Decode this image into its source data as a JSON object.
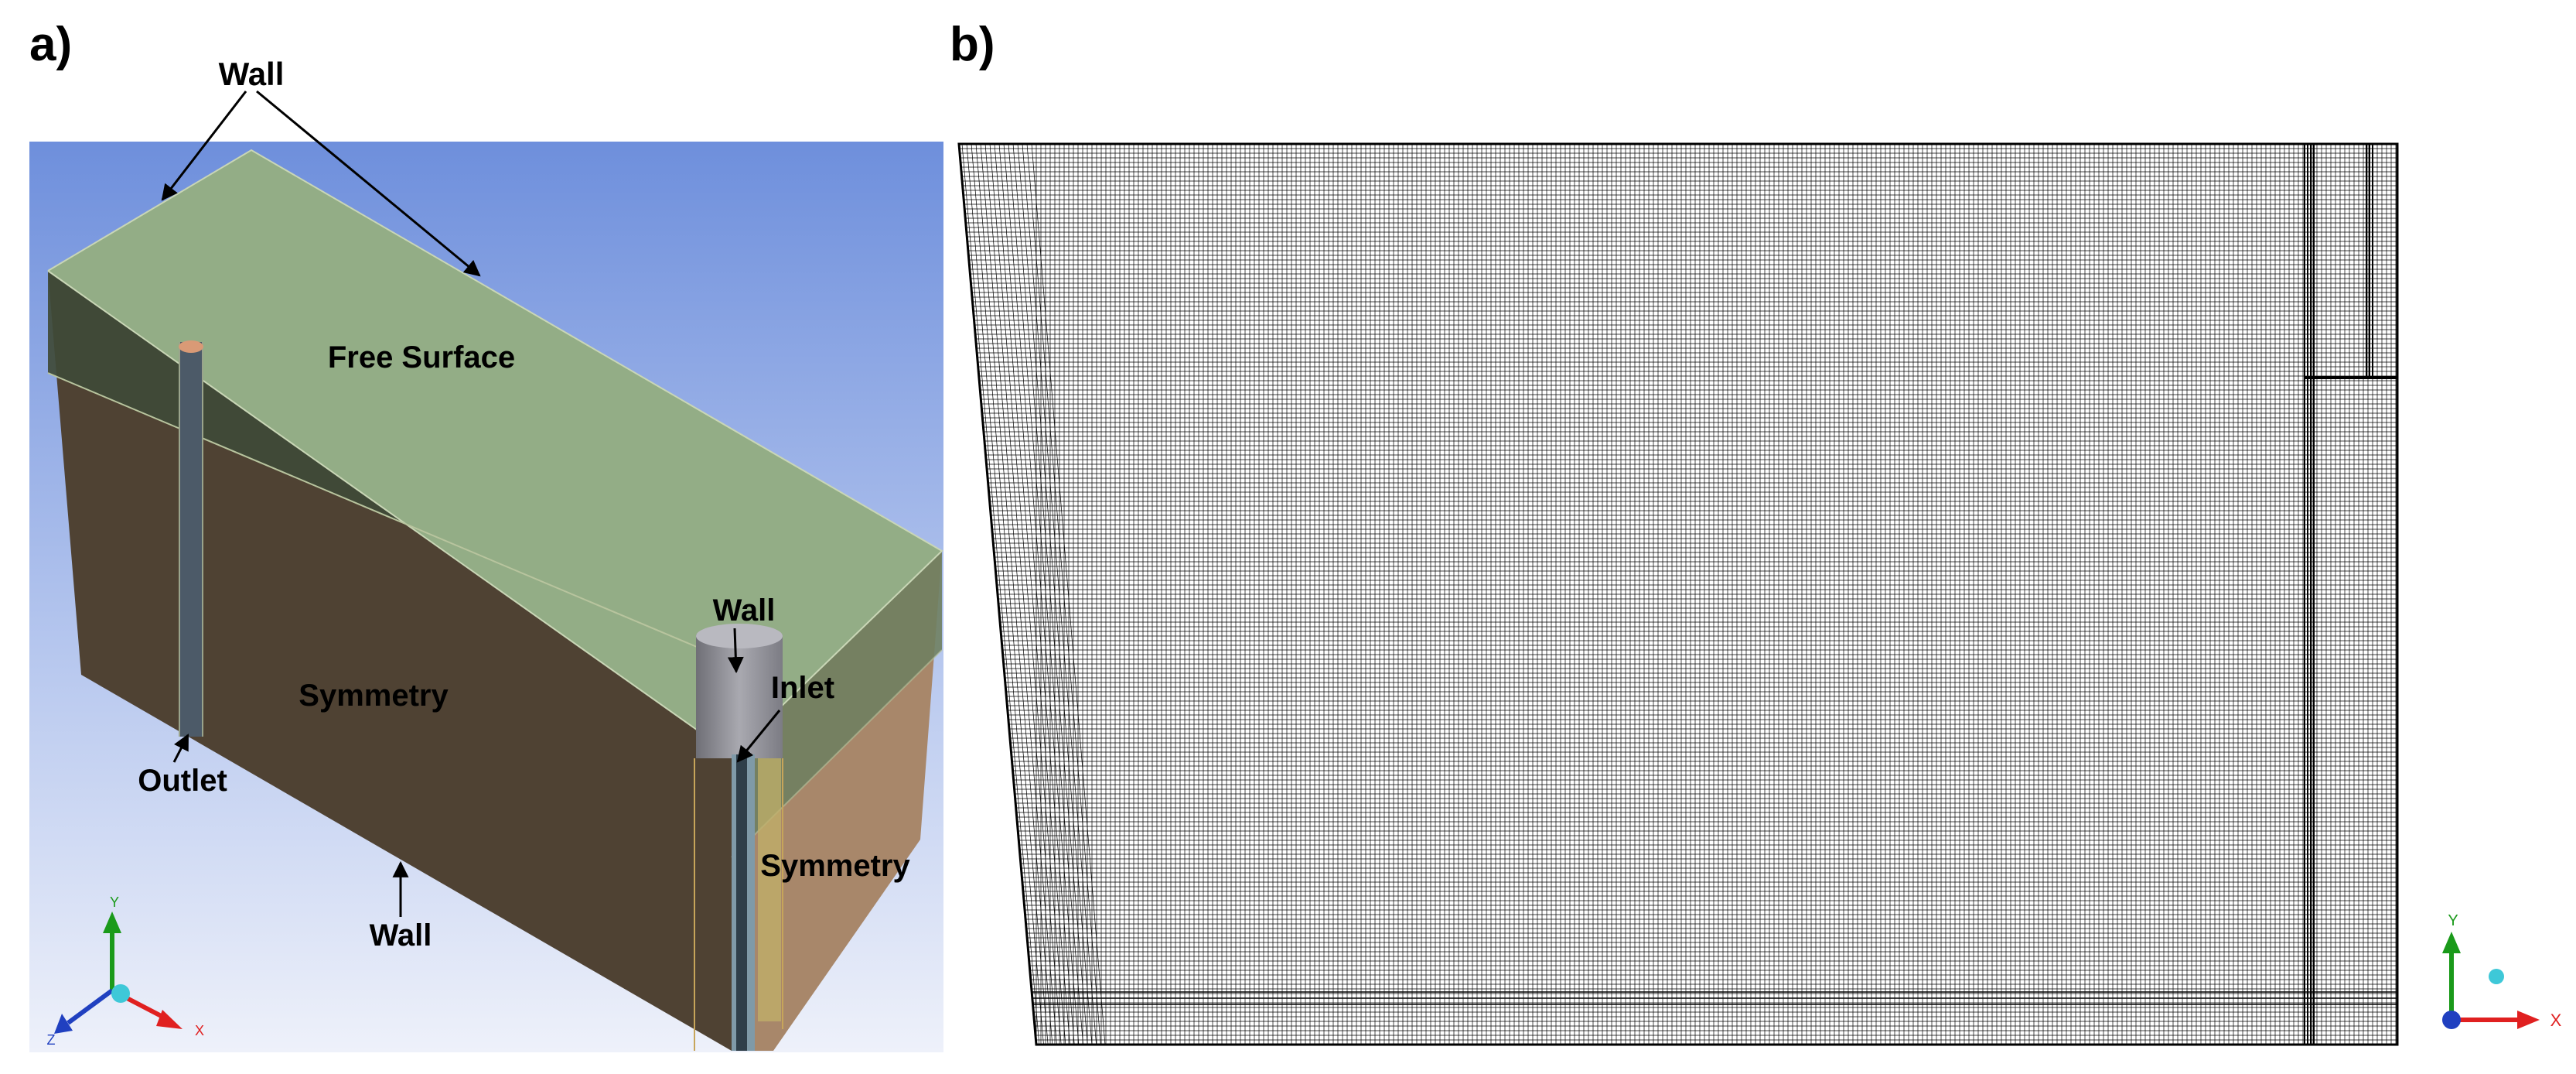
{
  "panels": {
    "a": {
      "label": "a)",
      "annotations": {
        "wall_top": "Wall",
        "free_surface": "Free Surface",
        "symmetry_front": "Symmetry",
        "outlet": "Outlet",
        "wall_bottom": "Wall",
        "wall_cylinder": "Wall",
        "inlet": "Inlet",
        "symmetry_side": "Symmetry"
      },
      "triad": {
        "y": "Y",
        "z": "Z",
        "x": "X"
      }
    },
    "b": {
      "label": "b)",
      "triad": {
        "y": "Y",
        "x": "X"
      }
    }
  },
  "colors": {
    "viewport_top": "#6e8fdc",
    "viewport_bottom": "#eef1fa",
    "top_face": "#93ad86",
    "front_face": "#4f4233",
    "upper_band": "#3f4a37",
    "side_face": "#a8876a",
    "cylinder": "#8c8c92",
    "outlet_strip": "#4c5a68",
    "inlet_strip": "#7f9aa8",
    "axis_x": "#e02020",
    "axis_y": "#1a9a1a",
    "axis_z": "#2040c0",
    "mesh_line": "#000000"
  }
}
